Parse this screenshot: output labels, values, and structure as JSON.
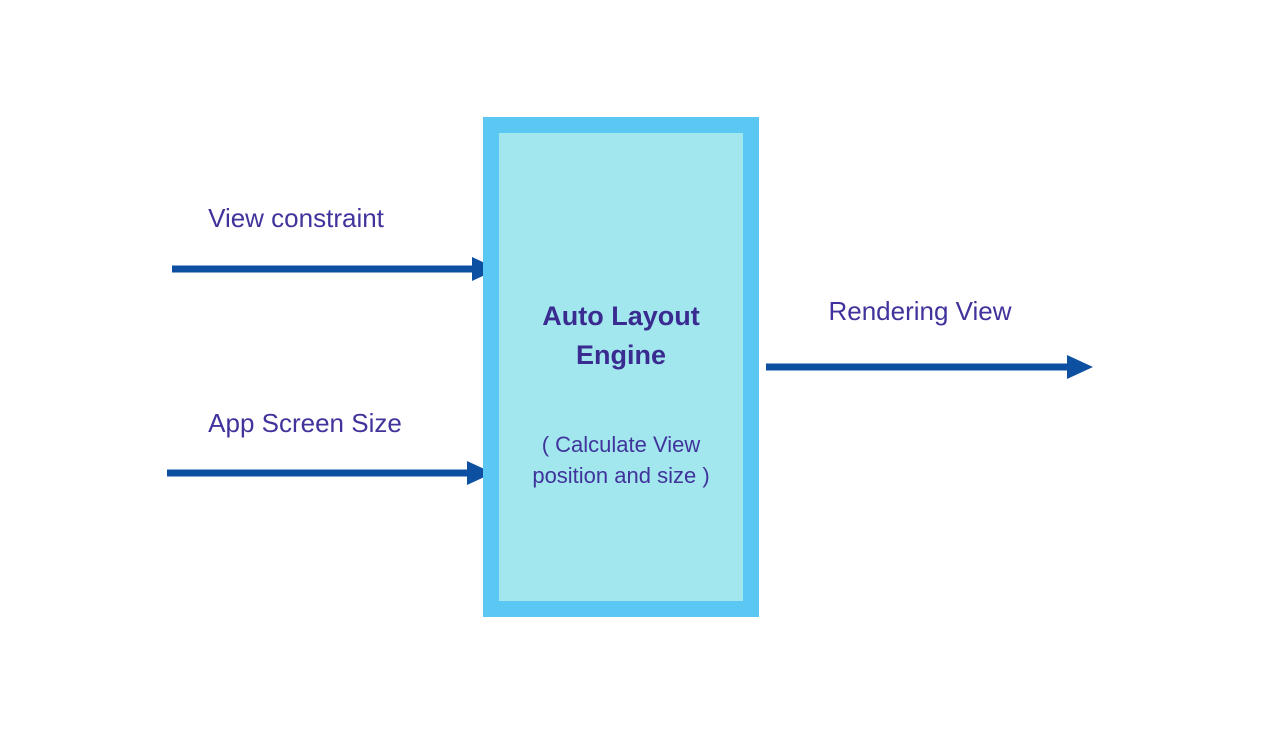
{
  "diagram": {
    "inputs": [
      {
        "label": "View constraint"
      },
      {
        "label": "App Screen Size"
      }
    ],
    "process": {
      "title": "Auto Layout Engine",
      "subtitle": "( Calculate View position and size )"
    },
    "output": {
      "label": "Rendering View"
    },
    "colors": {
      "background": "#ffffff",
      "box_border": "#5bc7f3",
      "box_fill": "#a2e7ee",
      "arrow": "#0d4fa0",
      "label_text": "#40339b",
      "title_text": "#392b90"
    }
  }
}
